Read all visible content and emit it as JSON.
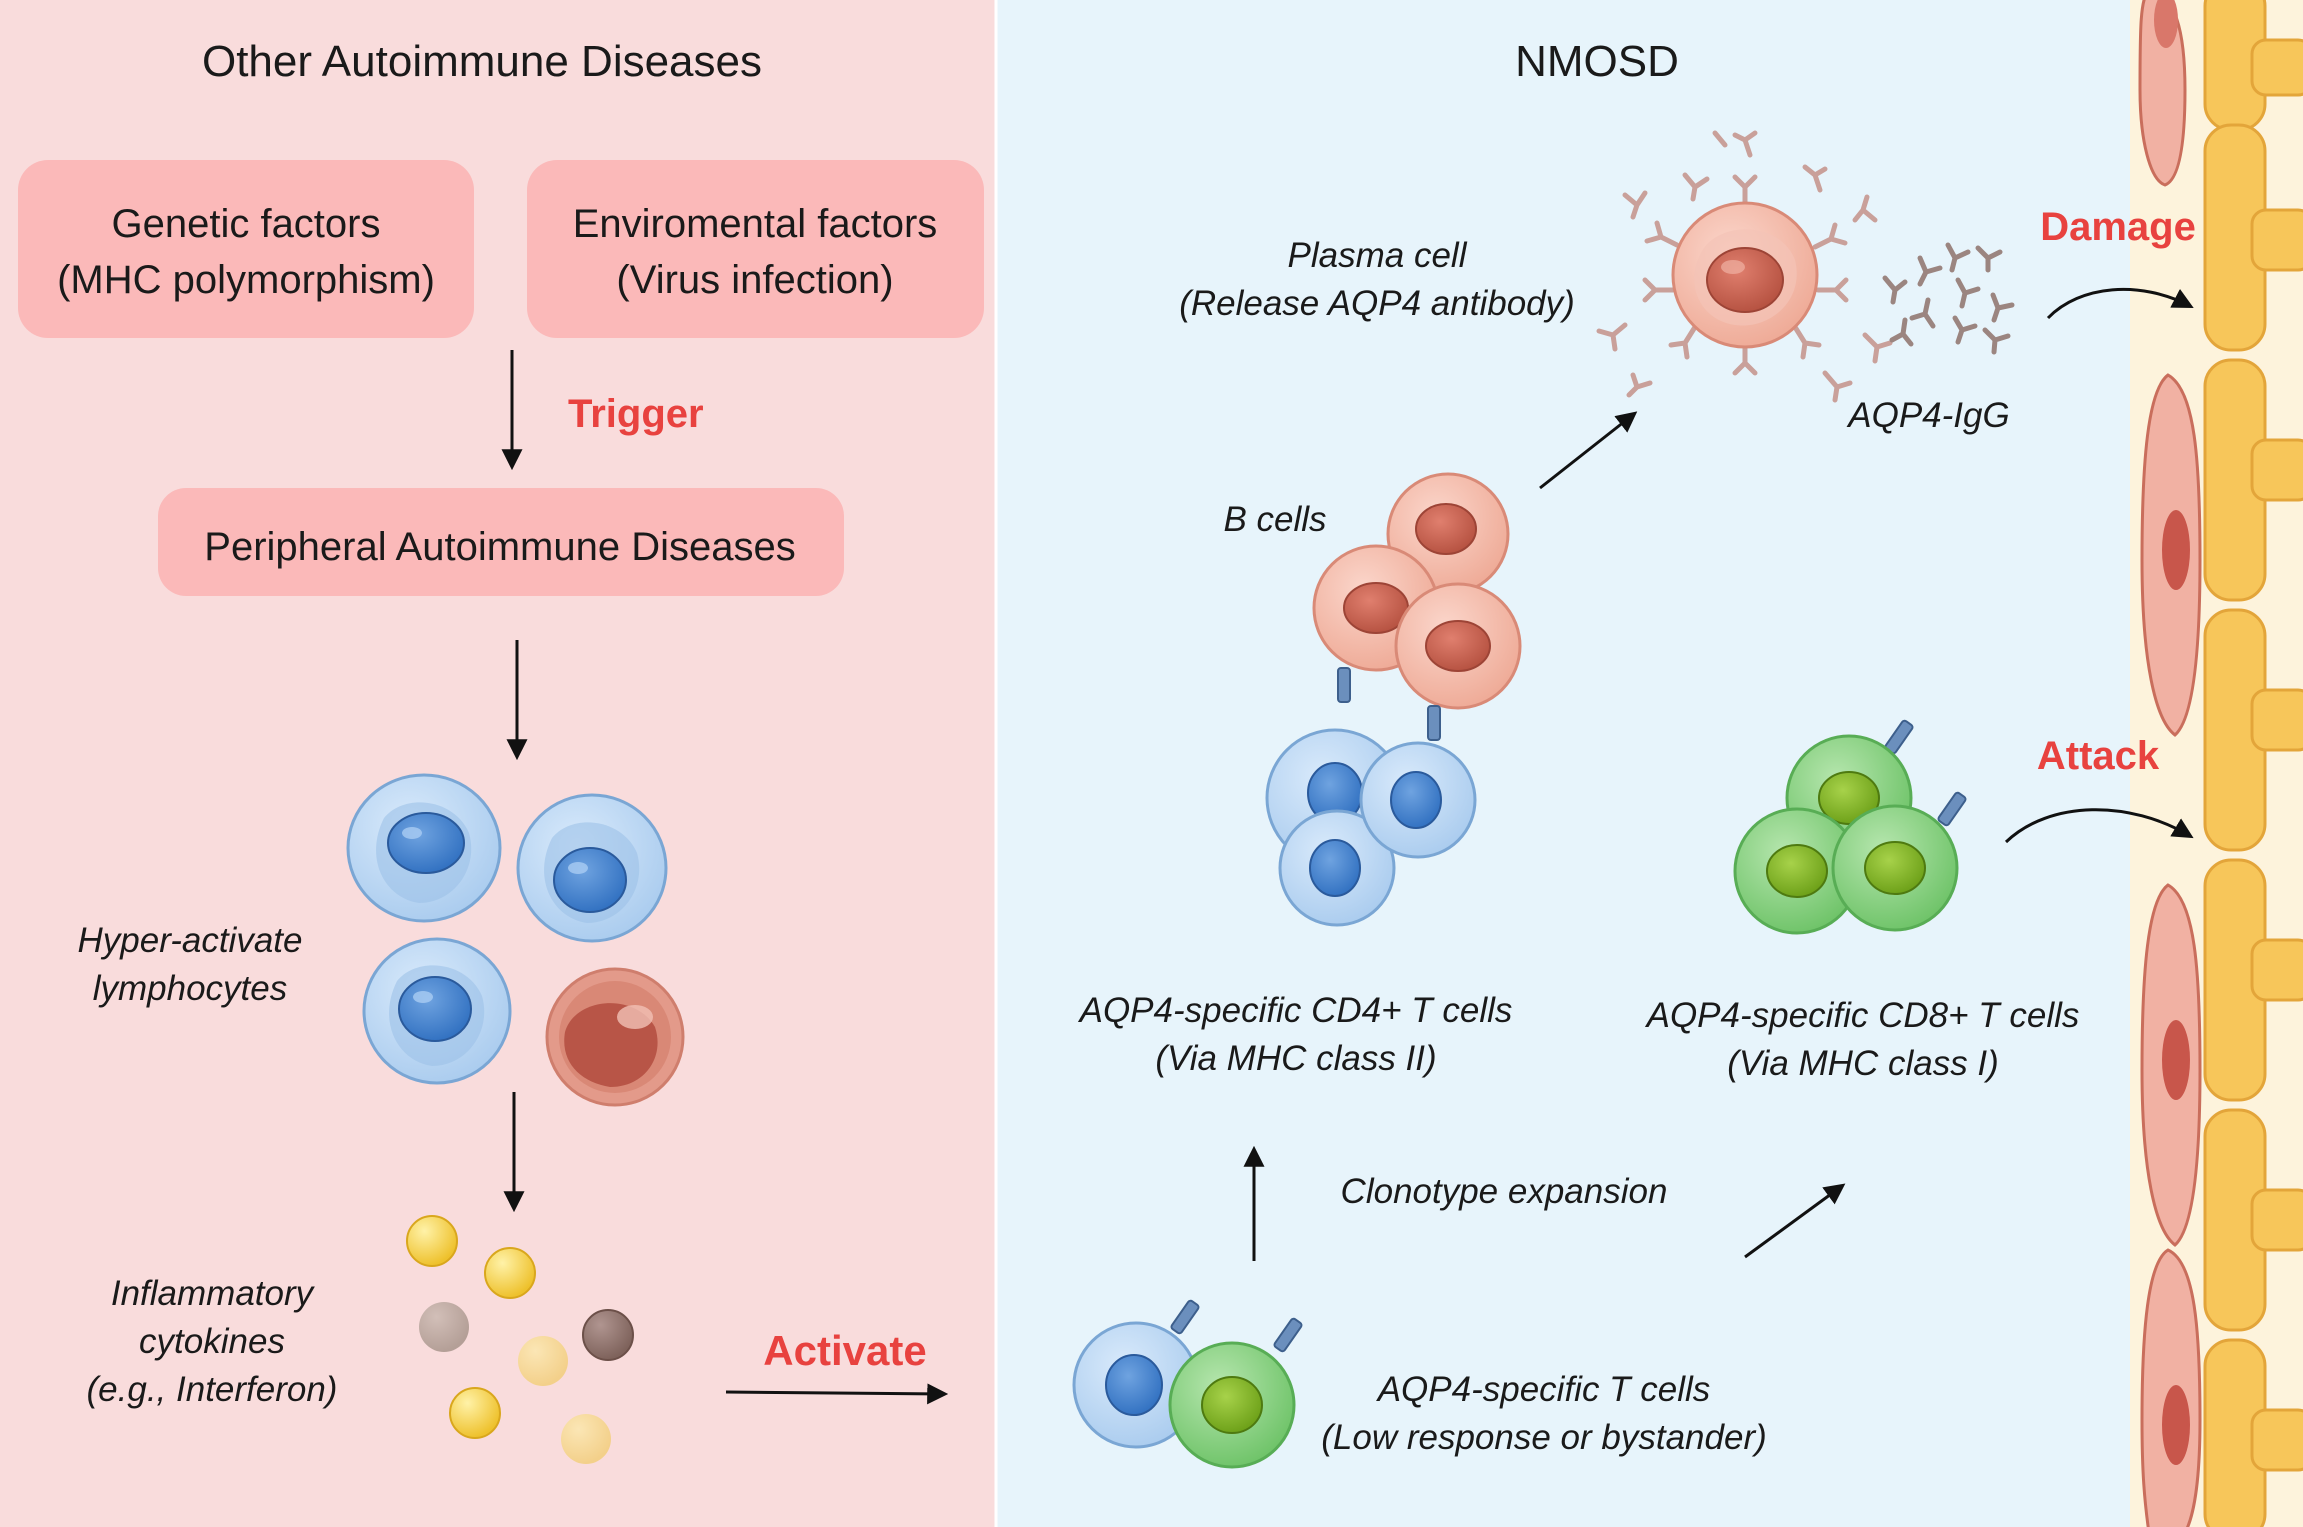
{
  "left_panel": {
    "title": "Other Autoimmune Diseases",
    "genetic": {
      "line1": "Genetic factors",
      "line2": "(MHC polymorphism)"
    },
    "environmental": {
      "line1": "Enviromental factors",
      "line2": "(Virus infection)"
    },
    "trigger_label": "Trigger",
    "peripheral": "Peripheral Autoimmune Diseases",
    "lymphocytes": {
      "line1": "Hyper-activate",
      "line2": "lymphocytes"
    },
    "cytokines": {
      "line1": "Inflammatory",
      "line2": "cytokines",
      "line3": "(e.g., Interferon)"
    },
    "activate_label": "Activate"
  },
  "right_panel": {
    "title": "NMOSD",
    "plasma": {
      "line1": "Plasma cell",
      "line2": "(Release AQP4 antibody)"
    },
    "igg_label": "AQP4-IgG",
    "damage_label": "Damage",
    "b_cells_label": "B cells",
    "attack_label": "Attack",
    "cd4": {
      "line1": "AQP4-specific CD4+ T cells",
      "line2": "(Via MHC class II)"
    },
    "cd8": {
      "line1": "AQP4-specific CD8+ T cells",
      "line2": "(Via MHC class I)"
    },
    "clonotype_label": "Clonotype expansion",
    "t_cells": {
      "line1": "AQP4-specific T cells",
      "line2": "(Low response or bystander)"
    }
  },
  "colors": {
    "left_bg": "#f9dcdc",
    "right_bg": "#e7f4fb",
    "wall_bg": "#fdf3dc",
    "box_fill": "#fbb9b9",
    "accent_red": "#e8423f",
    "blue_cell": "#b8d6f2",
    "green_cell": "#8fd18a",
    "pink_cell": "#f2b3a3",
    "yellow_cytokine": "#f6cf45",
    "brown_cytokine": "#8a6a62"
  }
}
